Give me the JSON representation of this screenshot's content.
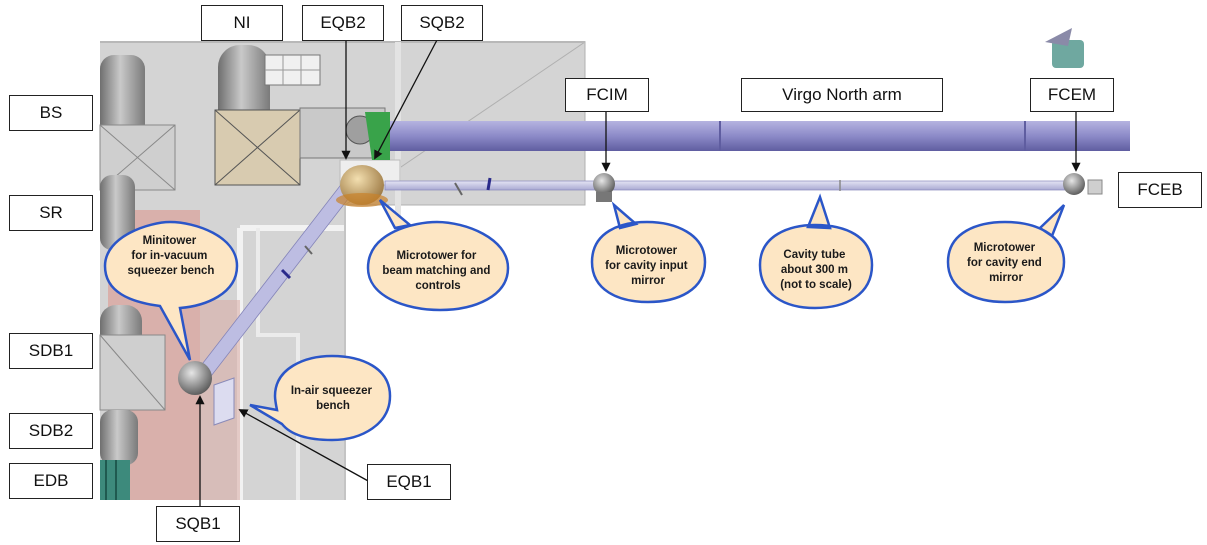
{
  "labels": {
    "ni": "NI",
    "eqb2": "EQB2",
    "sqb2": "SQB2",
    "bs": "BS",
    "sr": "SR",
    "sdb1": "SDB1",
    "sdb2": "SDB2",
    "edb": "EDB",
    "sqb1": "SQB1",
    "eqb1": "EQB1",
    "fcim": "FCIM",
    "virgo_north_arm": "Virgo North arm",
    "fcem": "FCEM",
    "fceb": "FCEB"
  },
  "callouts": {
    "minitower": [
      "Minitower",
      "for in-vacuum",
      "squeezer bench"
    ],
    "microtower_beam": [
      "Microtower for",
      "beam matching and",
      "controls"
    ],
    "microtower_input": [
      "Microtower",
      "for cavity input",
      "mirror"
    ],
    "cavity_tube": [
      "Cavity tube",
      "about 300 m",
      "(not to scale)"
    ],
    "microtower_end": [
      "Microtower",
      "for cavity end",
      "mirror"
    ],
    "inair_bench": [
      "In-air squeezer",
      "bench"
    ]
  },
  "colors": {
    "floor": "#d6d6d6",
    "floor_dark": "#bfbfbf",
    "tube": "#8c8ac8",
    "tube_dark": "#5f5da0",
    "cavity_tube": "#c9c9e6",
    "callout_fill": "#fde6c4",
    "callout_stroke": "#2b56c8",
    "pink_area": "#d9a9a3",
    "chamber_dome": "#8f8f8f",
    "frame_tan": "#d8cbb0",
    "teal_logo": "#6fa8a0"
  }
}
